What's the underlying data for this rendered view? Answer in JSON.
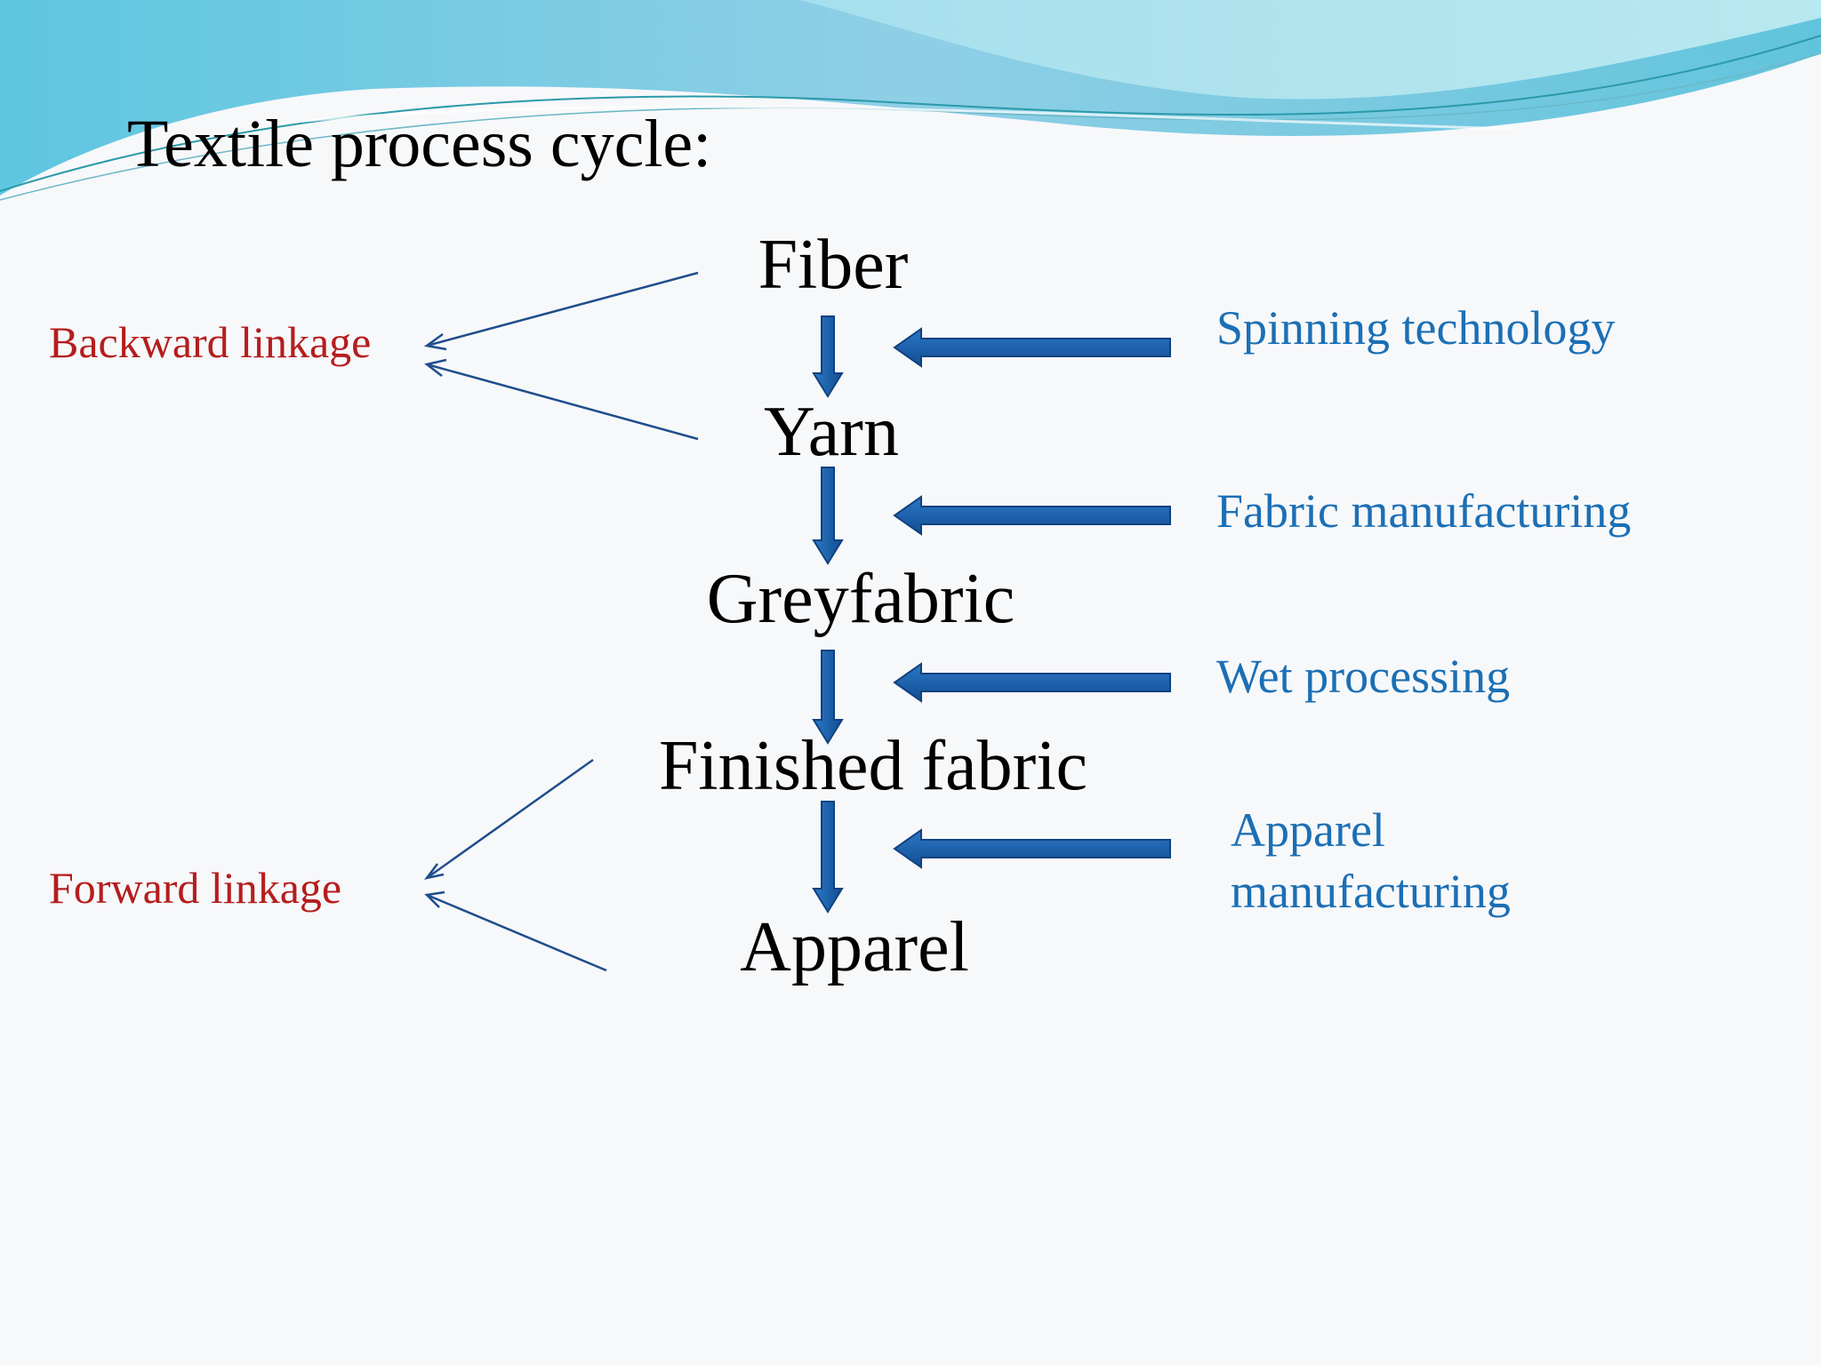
{
  "slide": {
    "title": "Textile process cycle:",
    "stages": [
      {
        "id": "fiber",
        "label": "Fiber"
      },
      {
        "id": "yarn",
        "label": "Yarn"
      },
      {
        "id": "greyfabric",
        "label": "Greyfabric"
      },
      {
        "id": "finished-fabric",
        "label": "Finished fabric"
      },
      {
        "id": "apparel",
        "label": "Apparel"
      }
    ],
    "technologies": [
      {
        "label": "Spinning technology"
      },
      {
        "label": "Fabric manufacturing"
      },
      {
        "label": "Wet processing"
      },
      {
        "label": "Apparel manufacturing"
      }
    ],
    "linkages": {
      "backward": "Backward linkage",
      "forward": "Forward linkage"
    },
    "colors": {
      "stage_text": "#000000",
      "technology_text": "#1b6fb5",
      "linkage_text": "#b51d1d",
      "arrow_fill": "#1a5ea8",
      "linkage_arrow": "#1f4e8c"
    }
  }
}
